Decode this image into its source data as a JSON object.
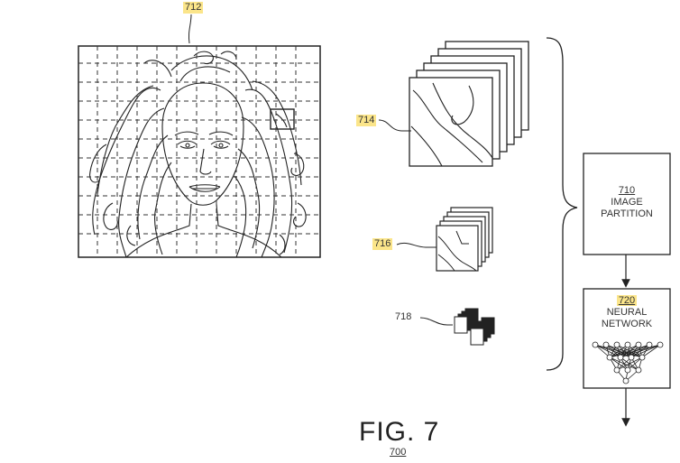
{
  "labels": {
    "ref_712": "712",
    "ref_714": "714",
    "ref_716": "716",
    "ref_718": "718"
  },
  "partition_box": {
    "number": "710",
    "line1": "IMAGE",
    "line2": "PARTITION"
  },
  "network_box": {
    "number": "720",
    "line1": "NEURAL",
    "line2": "NETWORK"
  },
  "figure": {
    "title": "FIG. 7",
    "number": "700"
  },
  "colors": {
    "line": "#222222",
    "highlight": "#fbe58a",
    "background": "#ffffff"
  },
  "icons": [
    "portrait-sketch",
    "neural-net-icon",
    "arrow-down",
    "curly-brace"
  ]
}
